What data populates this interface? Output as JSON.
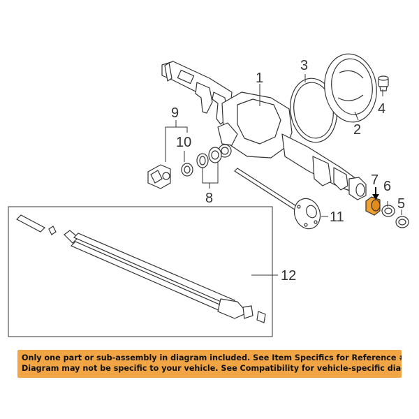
{
  "callouts": {
    "c1": "1",
    "c2": "2",
    "c3": "3",
    "c4": "4",
    "c5": "5",
    "c6": "6",
    "c7": "7",
    "c8": "8",
    "c9": "9",
    "c10": "10",
    "c11": "11",
    "c12": "12"
  },
  "banner": {
    "line1": "Only one part or sub-assembly in diagram included. See Item Specifics for Reference #.",
    "line2": "Diagram may not be specific to your vehicle. See Compatibility for vehicle-specific diagrams."
  },
  "colors": {
    "banner_bg": "#f2a544",
    "highlight_part": "#f0a030",
    "line": "#333333"
  },
  "highlighted_part": "7"
}
